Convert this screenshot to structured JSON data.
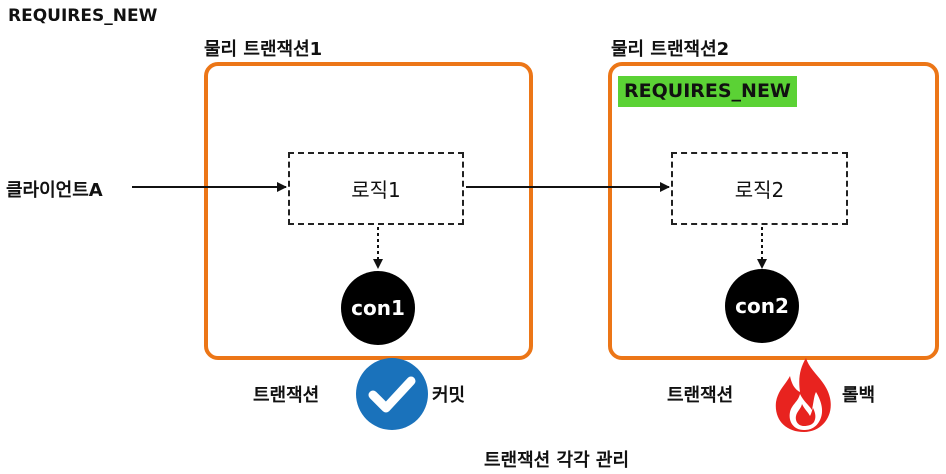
{
  "title": "REQUIRES_NEW",
  "client": {
    "label": "클라이언트A"
  },
  "tx1": {
    "title": "물리 트랜잭션1",
    "logic": "로직1",
    "connection": "con1",
    "result_prefix": "트랜잭션",
    "result": "커밋",
    "result_icon": "check-circle-icon"
  },
  "tx2": {
    "title": "물리 트랜잭션2",
    "tag": "REQUIRES_NEW",
    "logic": "로직2",
    "connection": "con2",
    "result_prefix": "트랜잭션",
    "result": "롤백",
    "result_icon": "fire-icon"
  },
  "footer": "트랜잭션 각각 관리",
  "colors": {
    "frame": "#ec7617",
    "tag": "#5bd235",
    "check": "#1a72bb",
    "fire": "#e8231f"
  }
}
